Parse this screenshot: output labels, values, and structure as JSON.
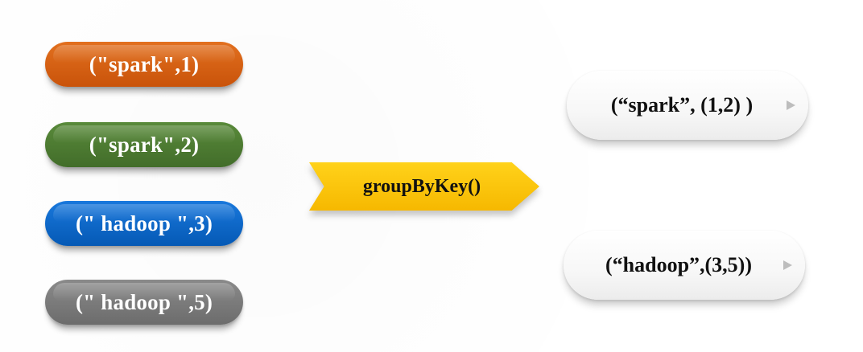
{
  "inputs": [
    {
      "label": "(\"spark\",1)",
      "color": "#d35d12"
    },
    {
      "label": "(\"spark\",2)",
      "color": "#4a7a30"
    },
    {
      "label": "(\" hadoop \",3)",
      "color": "#0a66c8"
    },
    {
      "label": "(\" hadoop \",5)",
      "color": "#7a7a7a"
    }
  ],
  "transform": {
    "label": "groupByKey()",
    "color": "#f8c000"
  },
  "outputs": [
    {
      "label": "(“spark”, (1,2) )"
    },
    {
      "label": "(“hadoop”,(3,5))"
    }
  ]
}
